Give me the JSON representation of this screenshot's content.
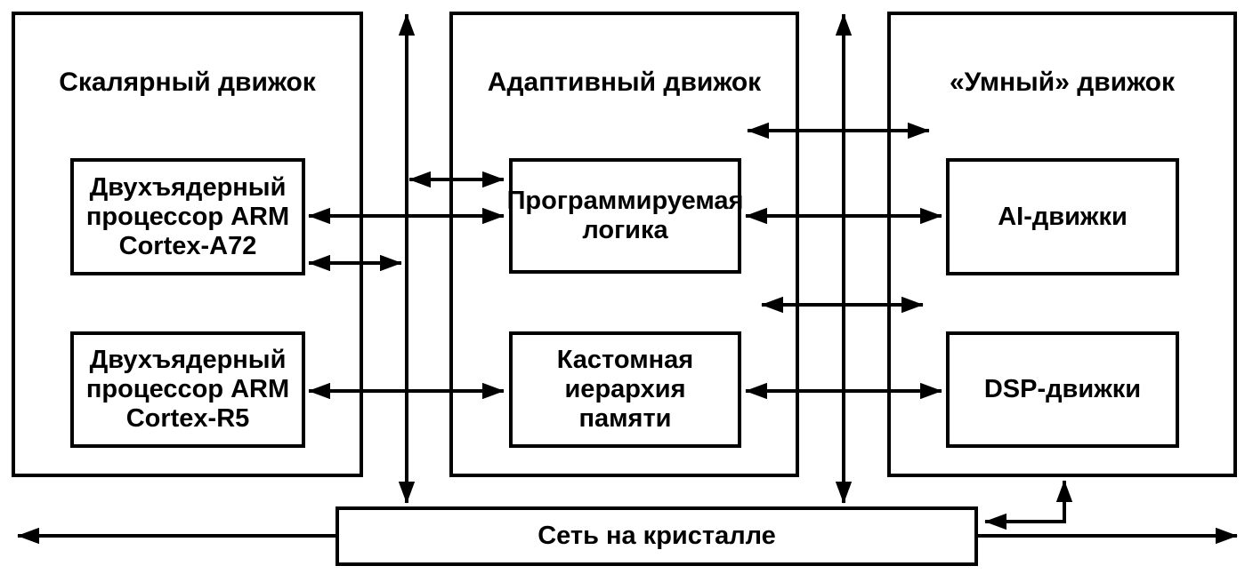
{
  "colors": {
    "line": "#000000",
    "background": "#ffffff"
  },
  "panels": [
    {
      "title": "Скалярный движок",
      "boxes": [
        {
          "lines": [
            "Двухъядерный",
            "процессор ARM",
            "Cortex-A72"
          ]
        },
        {
          "lines": [
            "Двухъядерный",
            "процессор ARM",
            "Cortex-R5"
          ]
        }
      ]
    },
    {
      "title": "Адаптивный движок",
      "boxes": [
        {
          "lines": [
            "Программируемая",
            "логика"
          ]
        },
        {
          "lines": [
            "Кастомная",
            "иерархия",
            "памяти"
          ]
        }
      ]
    },
    {
      "title": "«Умный» движок",
      "boxes": [
        {
          "lines": [
            "AI-движки"
          ]
        },
        {
          "lines": [
            "DSP-движки"
          ]
        }
      ]
    }
  ],
  "noc": {
    "label": "Сеть на кристалле"
  }
}
